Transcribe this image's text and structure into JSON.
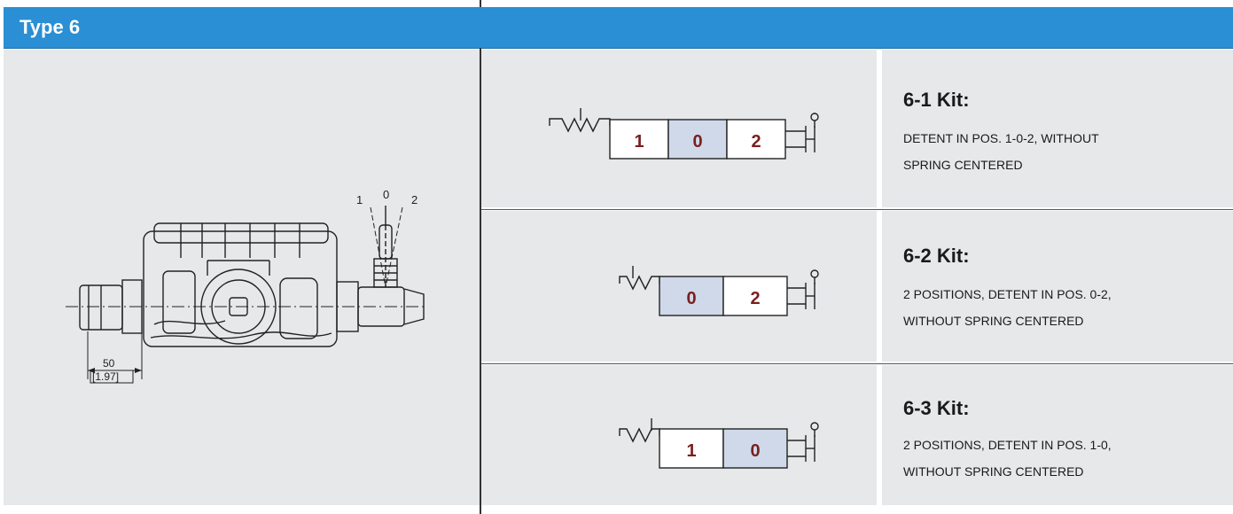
{
  "header": {
    "title": "Type 6"
  },
  "drawing": {
    "positions": [
      "1",
      "0",
      "2"
    ],
    "dimension_value": "50",
    "dimension_inch": "[1.97]"
  },
  "kits": [
    {
      "title": "6-1 Kit:",
      "desc_line1": "DETENT IN POS. 1-0-2, WITHOUT",
      "desc_line2": "SPRING CENTERED",
      "cells": [
        "1",
        "0",
        "2"
      ]
    },
    {
      "title": "6-2 Kit:",
      "desc_line1": "2 POSITIONS, DETENT IN POS. 0-2,",
      "desc_line2": "WITHOUT SPRING CENTERED",
      "cells": [
        "0",
        "2"
      ]
    },
    {
      "title": "6-3 Kit:",
      "desc_line1": "2 POSITIONS, DETENT IN POS. 1-0,",
      "desc_line2": "WITHOUT SPRING CENTERED",
      "cells": [
        "1",
        "0"
      ]
    }
  ],
  "colors": {
    "header": "#2a8fd4",
    "panel": "#e6e8ea",
    "cell_highlight": "#cfd9ea",
    "digit": "#7a1f1f"
  }
}
